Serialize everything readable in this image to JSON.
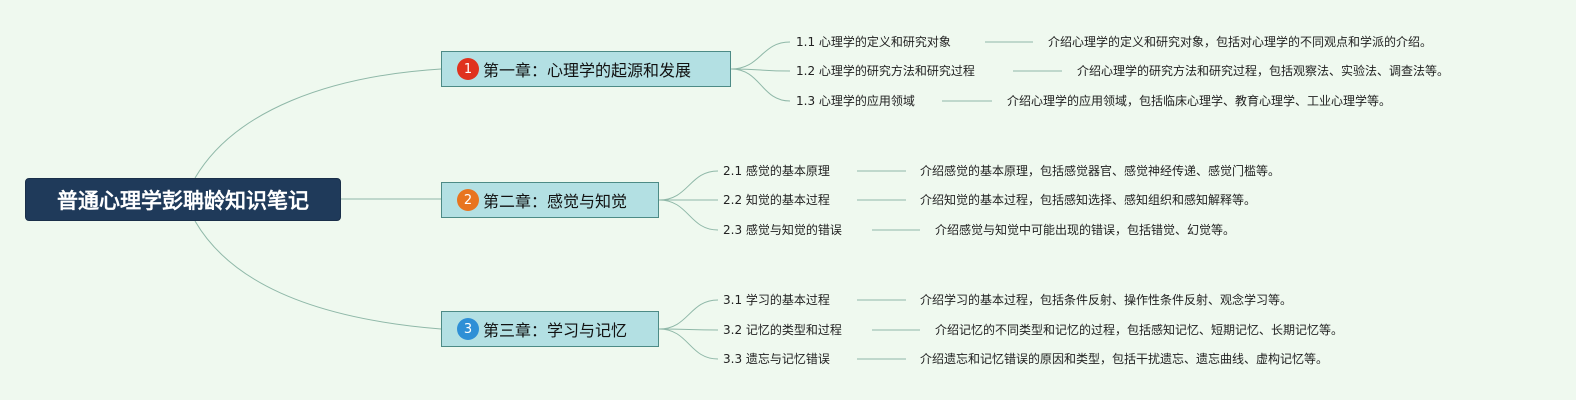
{
  "root": {
    "title": "普通心理学彭聃龄知识笔记"
  },
  "chapters": [
    {
      "num": "1",
      "title": "第一章：心理学的起源和发展",
      "badge_color": "#e0321e",
      "sections": [
        {
          "title": "1.1 心理学的定义和研究对象",
          "desc": "介绍心理学的定义和研究对象，包括对心理学的不同观点和学派的介绍。"
        },
        {
          "title": "1.2 心理学的研究方法和研究过程",
          "desc": "介绍心理学的研究方法和研究过程，包括观察法、实验法、调查法等。"
        },
        {
          "title": "1.3 心理学的应用领域",
          "desc": "介绍心理学的应用领域，包括临床心理学、教育心理学、工业心理学等。"
        }
      ]
    },
    {
      "num": "2",
      "title": "第二章：感觉与知觉",
      "badge_color": "#e8741f",
      "sections": [
        {
          "title": "2.1 感觉的基本原理",
          "desc": "介绍感觉的基本原理，包括感觉器官、感觉神经传递、感觉门槛等。"
        },
        {
          "title": "2.2 知觉的基本过程",
          "desc": "介绍知觉的基本过程，包括感知选择、感知组织和感知解释等。"
        },
        {
          "title": "2.3 感觉与知觉的错误",
          "desc": "介绍感觉与知觉中可能出现的错误，包括错觉、幻觉等。"
        }
      ]
    },
    {
      "num": "3",
      "title": "第三章：学习与记忆",
      "badge_color": "#2e8fd6",
      "sections": [
        {
          "title": "3.1 学习的基本过程",
          "desc": "介绍学习的基本过程，包括条件反射、操作性条件反射、观念学习等。"
        },
        {
          "title": "3.2 记忆的类型和过程",
          "desc": "介绍记忆的不同类型和记忆的过程，包括感知记忆、短期记忆、长期记忆等。"
        },
        {
          "title": "3.3 遗忘与记忆错误",
          "desc": "介绍遗忘和记忆错误的原因和类型，包括干扰遗忘、遗忘曲线、虚构记忆等。"
        }
      ]
    }
  ],
  "colors": {
    "background": "#eff9ef",
    "root_fill": "#1f3a5a",
    "chapter_fill": "#b3e0e3",
    "chapter_border": "#4d8b86",
    "line": "#8fb8a8"
  }
}
